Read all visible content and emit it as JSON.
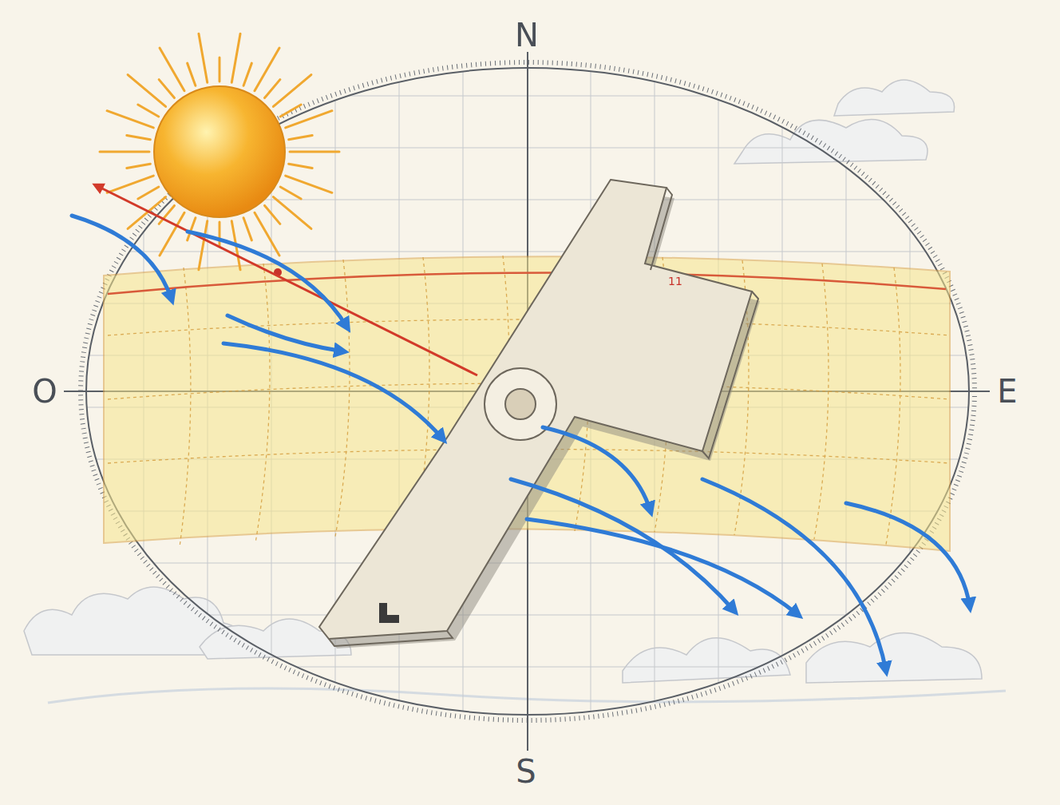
{
  "diagram": {
    "labels": [
      "N",
      "O",
      "E",
      "S",
      "11"
    ]
  }
}
